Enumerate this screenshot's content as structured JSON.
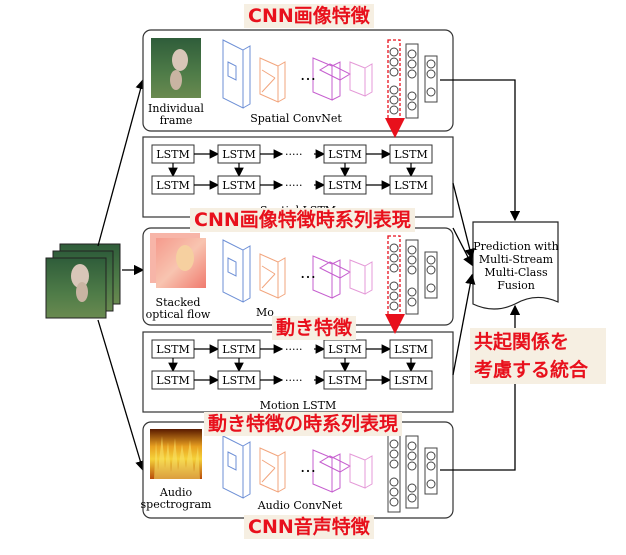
{
  "annotations": {
    "cnn_image": "CNN画像特徴",
    "cnn_image_temporal": "CNN画像特徴時系列表現",
    "motion_feature": "動き特徴",
    "motion_temporal": "動き特徴の時系列表現",
    "cnn_audio": "CNN音声特徴",
    "fusion_note_line1": "共起関係を",
    "fusion_note_line2": "考慮する統合"
  },
  "streams": {
    "spatial": {
      "input_label_1": "Individual",
      "input_label_2": "frame",
      "net_label": "Spatial ConvNet"
    },
    "motion": {
      "input_label_1": "Stacked",
      "input_label_2": "optical flow",
      "net_label": "Mo"
    },
    "audio": {
      "input_label_1": "Audio",
      "input_label_2": "spectrogram",
      "net_label": "Audio ConvNet"
    }
  },
  "lstm": {
    "cell_label": "LSTM",
    "ellipsis": "·····",
    "spatial_caption": "Spatial LSTM",
    "motion_caption": "Motion LSTM"
  },
  "fusion": {
    "line1": "Prediction with",
    "line2": "Multi-Stream",
    "line3": "Multi-Class",
    "line4": "Fusion"
  },
  "ellipsis": "…",
  "colors": {
    "annotation_red": "#e8101c",
    "cube_blue": "#6d8fd6",
    "cube_orange": "#f2a57d",
    "cube_purple": "#c65fcf",
    "cube_pink": "#e49ad8",
    "box_stroke": "#333333"
  }
}
